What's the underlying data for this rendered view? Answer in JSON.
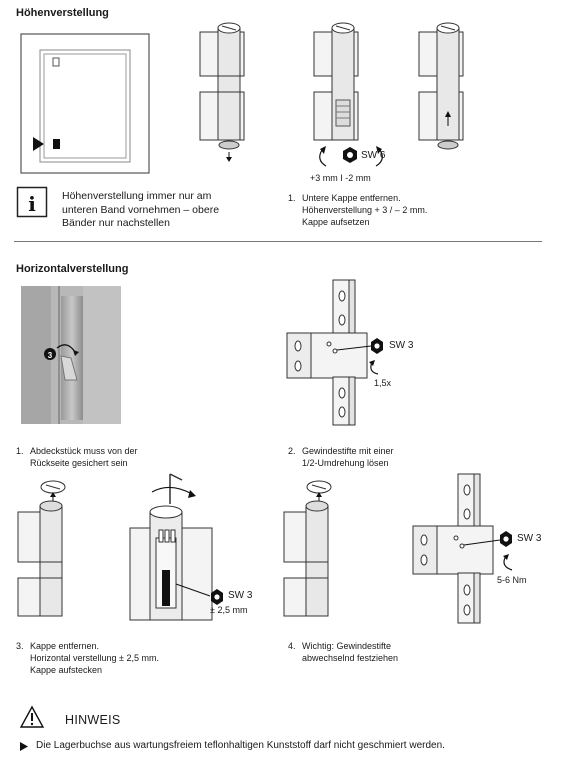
{
  "section1": {
    "title": "Höhenverstellung",
    "sw6_label": "SW 6",
    "range_label": "+3 mm I -2 mm",
    "info_text": [
      "Höhenverstellung immer nur am",
      "unteren Band vornehmen – obere",
      "Bänder nur nachstellen"
    ],
    "step1": {
      "num": "1.",
      "lines": [
        "Untere Kappe entfernen.",
        "Höhenverstellung + 3 / – 2 mm.",
        "Kappe aufsetzen"
      ]
    }
  },
  "section2": {
    "title": "Horizontalverstellung",
    "photo_marker": "3",
    "step1": {
      "num": "1.",
      "lines": [
        "Abdeckstück muss von der",
        "Rückseite gesichert sein"
      ]
    },
    "step2": {
      "num": "2.",
      "lines": [
        "Gewindestifte mit einer",
        "1/2-Umdrehung lösen"
      ]
    },
    "fig2_sw": "SW 3",
    "fig2_turns": "1,5x",
    "fig3_sw": "SW 3",
    "fig3_range": "± 2,5 mm",
    "fig4_sw": "SW 3",
    "fig4_torque": "5-6 Nm",
    "step3": {
      "num": "3.",
      "lines": [
        "Kappe entfernen.",
        "Horizontal verstellung ± 2,5 mm.",
        "Kappe aufstecken"
      ]
    },
    "step4": {
      "num": "4.",
      "lines": [
        "Wichtig: Gewindestifte",
        "abwechselnd festziehen"
      ]
    }
  },
  "notice": {
    "title": "HINWEIS",
    "text": "Die Lagerbuchse aus wartungsfreiem teflonhaltigen Kunststoff darf nicht geschmiert werden."
  }
}
